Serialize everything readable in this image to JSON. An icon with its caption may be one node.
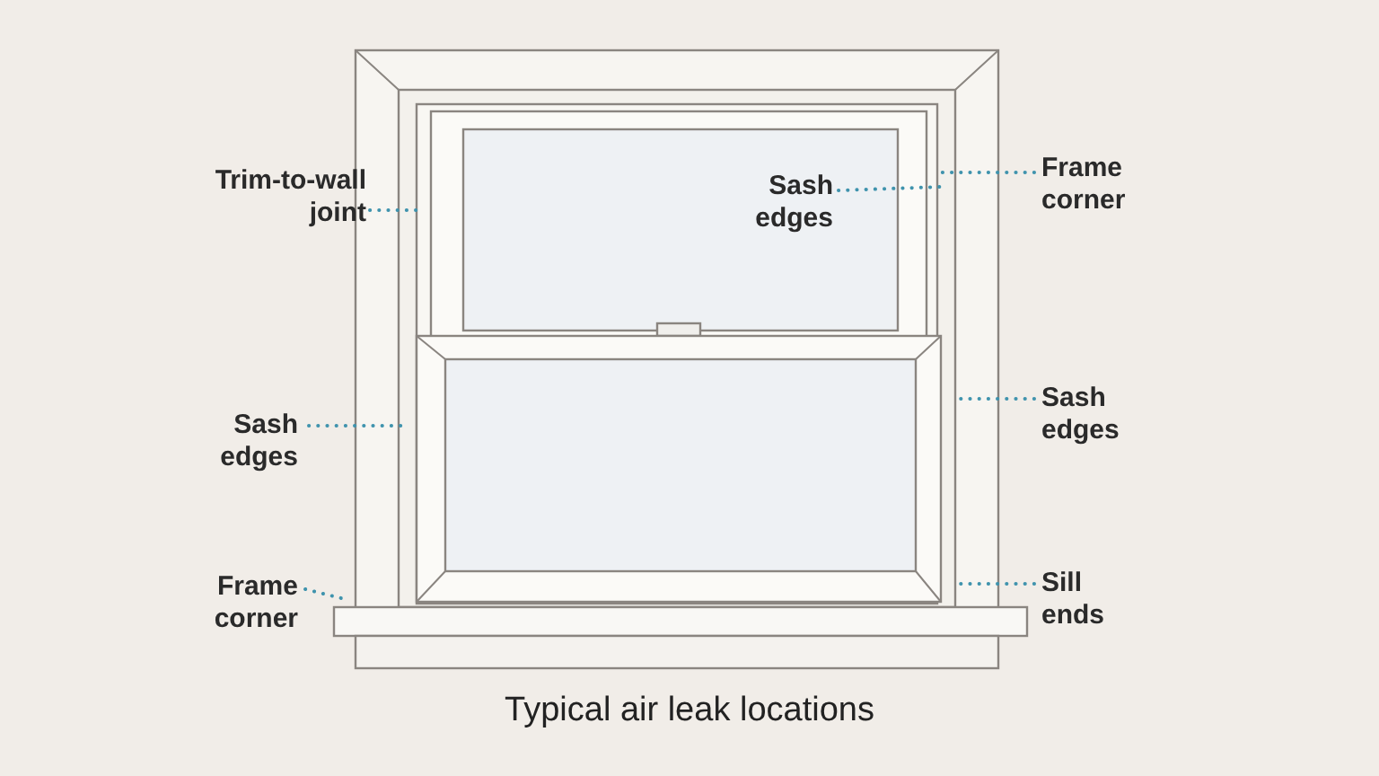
{
  "diagram": {
    "caption": "Typical air leak locations",
    "nodes": [
      {
        "text": [
          "Trim-to-wall joint"
        ]
      },
      {
        "text": [
          "Sash edges"
        ]
      },
      {
        "text": [
          "Frame corner"
        ]
      },
      {
        "text": [
          "Sash edges"
        ]
      },
      {
        "text": [
          "Sash edges"
        ]
      },
      {
        "text": [
          "Frame corner"
        ]
      },
      {
        "text": [
          "Sill ends"
        ]
      }
    ],
    "edges": [
      {
        "from": 0,
        "to": null,
        "arrow": "none",
        "style": "dashed"
      },
      {
        "from": 1,
        "to": null,
        "arrow": "none",
        "style": "dashed"
      },
      {
        "from": 2,
        "to": null,
        "arrow": "none",
        "style": "dashed"
      },
      {
        "from": 3,
        "to": null,
        "arrow": "none",
        "style": "dashed"
      },
      {
        "from": 4,
        "to": null,
        "arrow": "none",
        "style": "dashed"
      },
      {
        "from": 5,
        "to": null,
        "arrow": "none",
        "style": "dashed"
      },
      {
        "from": 6,
        "to": null,
        "arrow": "none",
        "style": "dashed"
      }
    ]
  }
}
